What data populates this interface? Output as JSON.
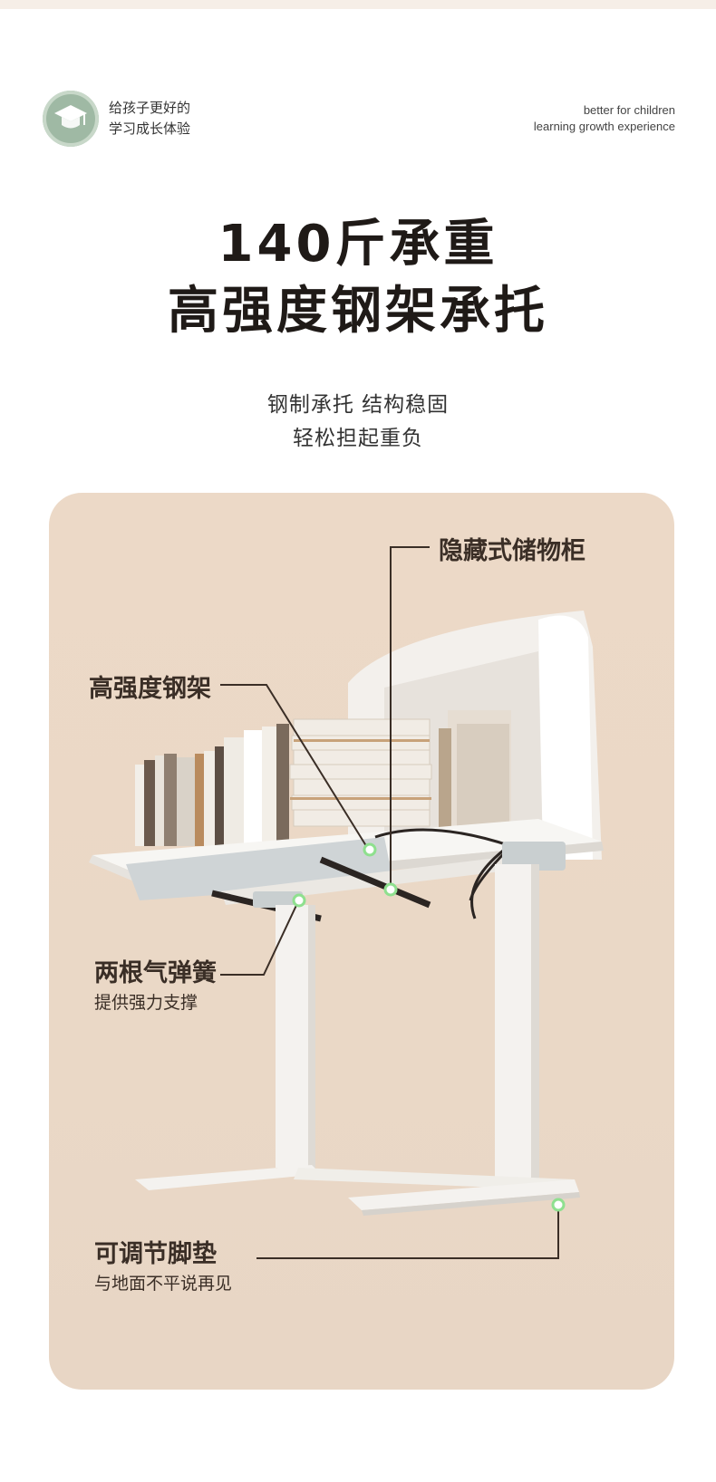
{
  "header": {
    "slogan_cn_line1": "给孩子更好的",
    "slogan_cn_line2": "学习成长体验",
    "slogan_en_line1": "better for children",
    "slogan_en_line2": "learning growth experience",
    "logo_icon": "graduation-cap-icon"
  },
  "hero": {
    "title_line1": "140斤承重",
    "title_line2": "高强度钢架承托",
    "subtitle_line1": "钢制承托 结构稳固",
    "subtitle_line2": "轻松担起重负"
  },
  "callouts": {
    "storage": {
      "label": "隐藏式储物柜"
    },
    "steel_frame": {
      "label": "高强度钢架"
    },
    "gas_springs": {
      "label": "两根气弹簧",
      "desc": "提供强力支撑"
    },
    "feet": {
      "label": "可调节脚垫",
      "desc": "与地面不平说再见"
    }
  },
  "colors": {
    "card_bg": "#ecd9c7",
    "marker": "#8fe08f",
    "leader": "#3a2e26"
  }
}
